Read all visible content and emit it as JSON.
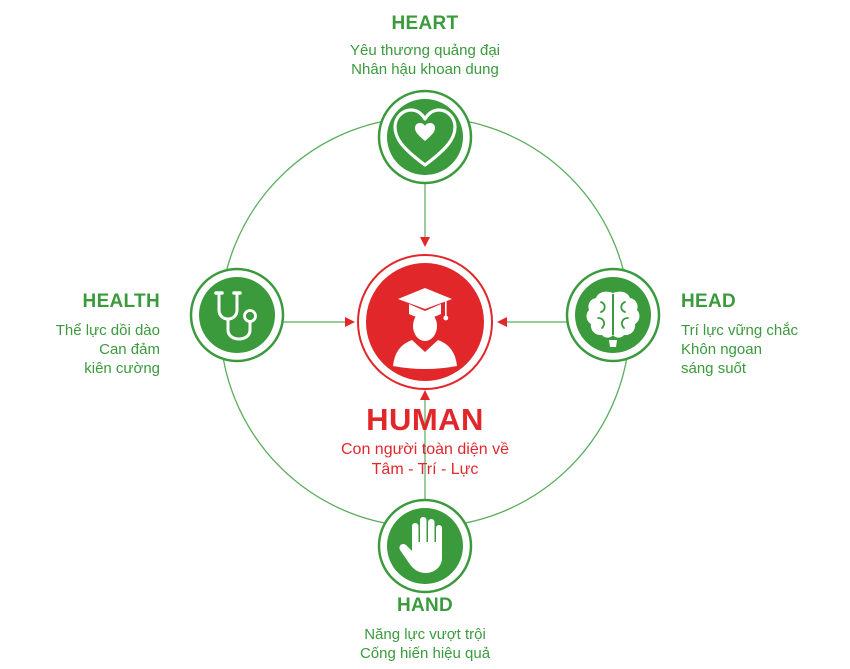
{
  "colors": {
    "green": "#3a9a3c",
    "dark_green": "#2f8a33",
    "red": "#e2272a",
    "line": "#5aae5c"
  },
  "center": {
    "title": "HUMAN",
    "line1": "Con người toàn diện về",
    "line2": "Tâm - Trí - Lực",
    "icon": "graduate-icon"
  },
  "nodes": {
    "heart": {
      "title": "HEART",
      "line1": "Yêu thương quảng đại",
      "line2": "Nhân hậu khoan dung",
      "icon": "heart-icon"
    },
    "head": {
      "title": "HEAD",
      "line1": "Trí lực vững chắc",
      "line2": "Khôn ngoan",
      "line3": "sáng suốt",
      "icon": "brain-icon"
    },
    "health": {
      "title": "HEALTH",
      "line1": "Thể lực dồi dào",
      "line2": "Can đảm",
      "line3": "kiên cường",
      "icon": "stethoscope-icon"
    },
    "hand": {
      "title": "HAND",
      "line1": "Năng lực vượt trội",
      "line2": "Cống hiến hiệu quả",
      "icon": "hand-icon"
    }
  }
}
